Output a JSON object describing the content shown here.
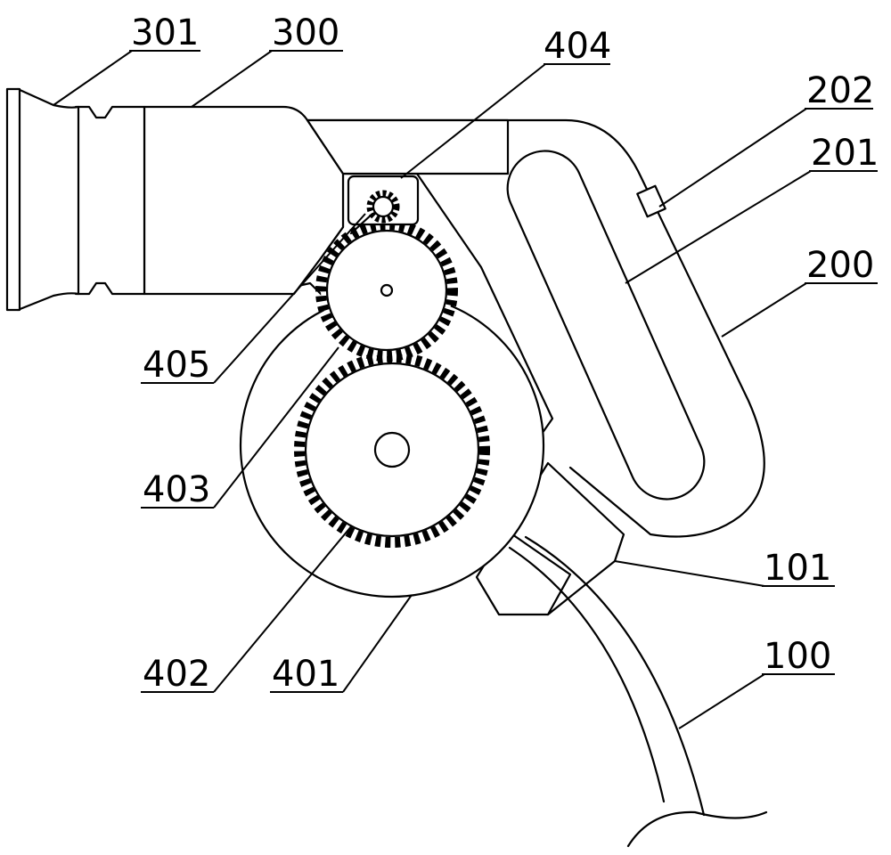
{
  "labels": {
    "l301": "301",
    "l300": "300",
    "l404": "404",
    "l202": "202",
    "l201": "201",
    "l200": "200",
    "l405": "405",
    "l403": "403",
    "l402": "402",
    "l401": "401",
    "l101": "101",
    "l100": "100"
  },
  "colors": {
    "stroke": "#000000",
    "background": "#ffffff"
  }
}
